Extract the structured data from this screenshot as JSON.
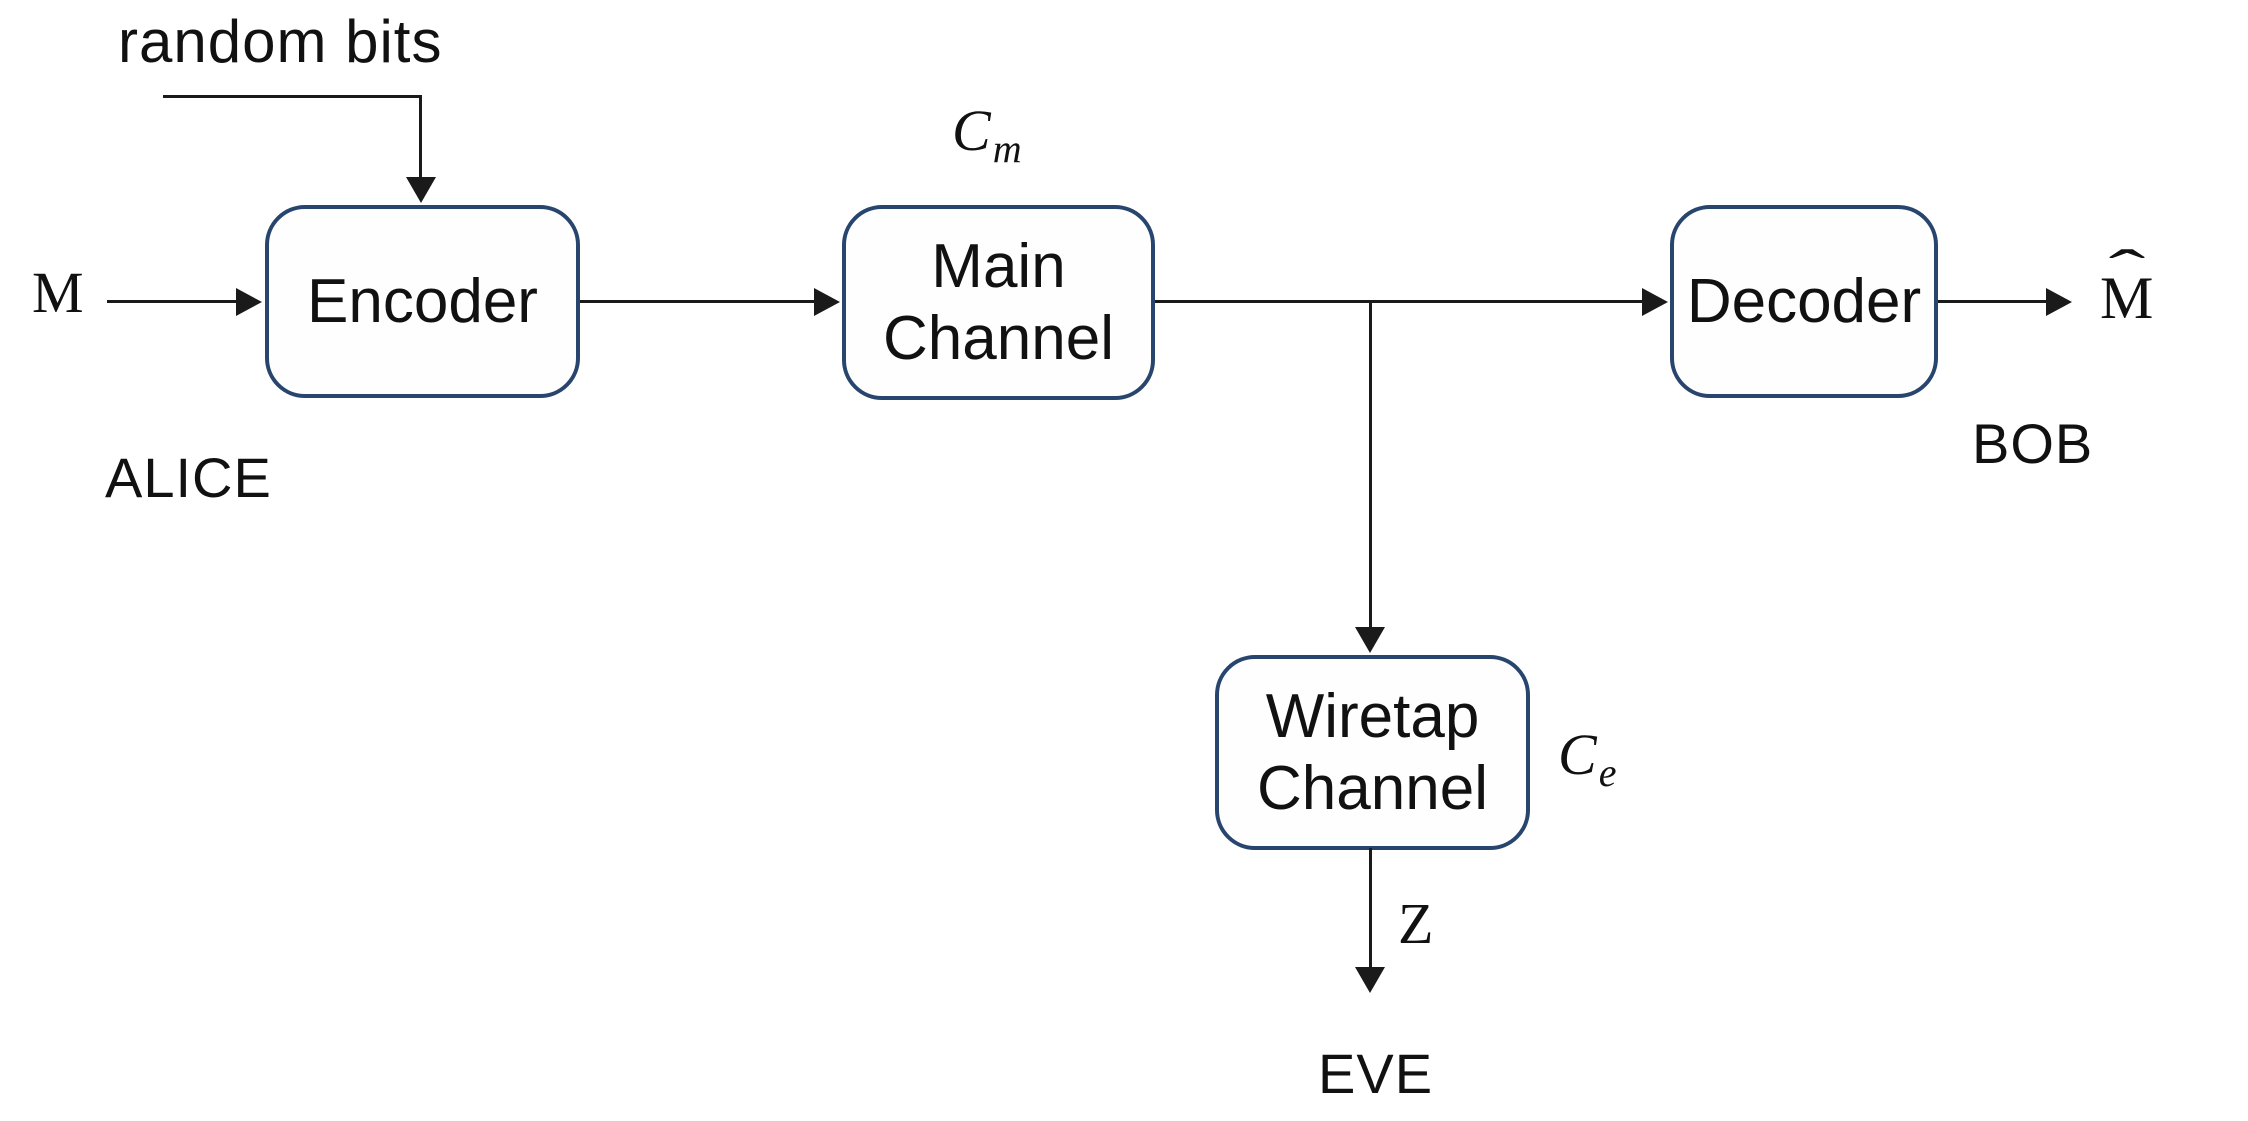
{
  "colors": {
    "box_border": "#28456e",
    "line": "#1a1a1a",
    "text": "#111111",
    "background": "#ffffff"
  },
  "labels": {
    "random_bits": "random bits",
    "input_message": "M",
    "alice": "ALICE",
    "bob": "BOB",
    "eve": "EVE",
    "eavesdropper_output": "Z",
    "m_hat_base": "M",
    "m_hat_accent": "ˆ",
    "main_channel_symbol_base": "C",
    "main_channel_symbol_sub": "m",
    "wiretap_channel_symbol_base": "C",
    "wiretap_channel_symbol_sub": "e"
  },
  "nodes": {
    "encoder": {
      "label": "Encoder"
    },
    "main_channel": {
      "line1": "Main",
      "line2": "Channel"
    },
    "wiretap_channel": {
      "line1": "Wiretap",
      "line2": "Channel"
    },
    "decoder": {
      "label": "Decoder"
    }
  }
}
